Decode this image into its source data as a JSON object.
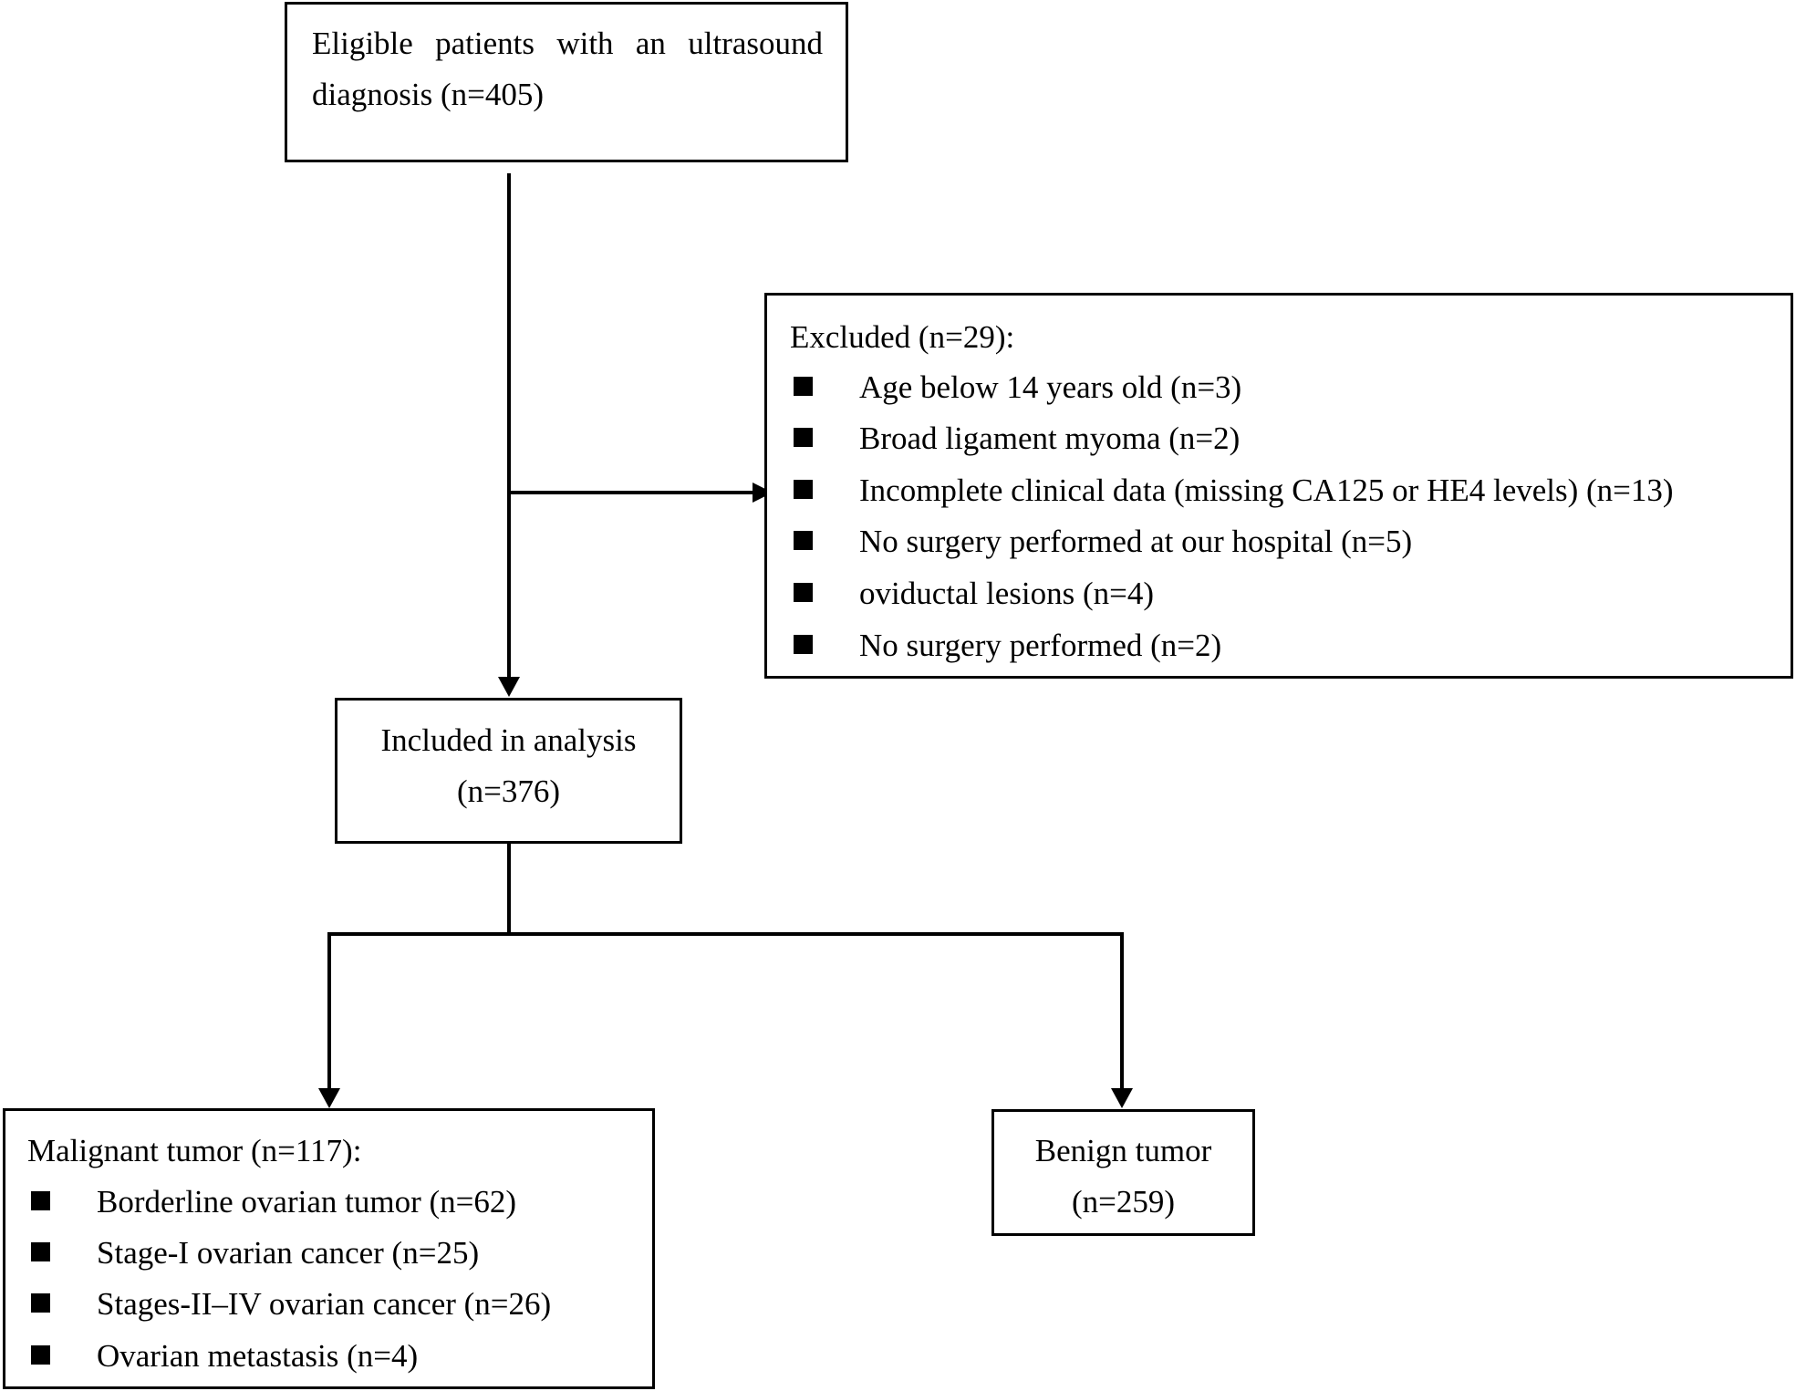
{
  "eligible": {
    "line1": "Eligible patients with an ultrasound",
    "line2": "diagnosis (n=405)"
  },
  "excluded": {
    "heading": "Excluded (n=29):",
    "items": [
      "Age below 14 years old (n=3)",
      "Broad ligament myoma (n=2)",
      "Incomplete clinical data (missing CA125 or HE4 levels) (n=13)",
      "No surgery performed at our hospital (n=5)",
      "oviductal lesions (n=4)",
      "No surgery performed (n=2)"
    ]
  },
  "included": {
    "line1": "Included in analysis",
    "line2": "(n=376)"
  },
  "malignant": {
    "heading": "Malignant tumor (n=117):",
    "items": [
      "Borderline ovarian tumor (n=62)",
      "Stage-I ovarian cancer (n=25)",
      "Stages-II–IV ovarian cancer (n=26)",
      "Ovarian metastasis (n=4)"
    ]
  },
  "benign": {
    "line1": "Benign tumor",
    "line2": "(n=259)"
  }
}
